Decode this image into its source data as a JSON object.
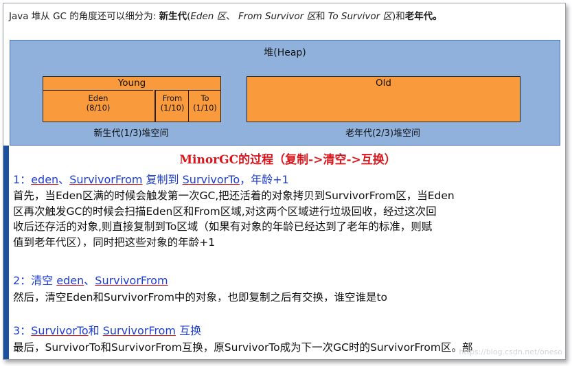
{
  "intro": {
    "lead": "Java 堆从 GC 的角度还可以细分为: ",
    "bold1": "新生代",
    "paren_open": "(",
    "eden_it": "Eden 区",
    "sep1": "、 ",
    "from_it": "From Survivor 区",
    "and": "和 ",
    "to_it": "To Survivor 区",
    "paren_close": ")",
    "and2": "和",
    "bold2": "老年代",
    "end": "。"
  },
  "heap": {
    "title": "堆(Heap)",
    "young_title": "Young",
    "eden_label": "Eden",
    "eden_ratio": "(8/10)",
    "from_label": "From",
    "from_ratio": "(1/10)",
    "to_label": "To",
    "to_ratio": "(1/10)",
    "old_title": "Old",
    "young_space": "新生代(1/3)堆空间",
    "old_space": "老年代(2/3)堆空间"
  },
  "minorgc": {
    "title": "MinorGC的过程（复制->清空->互换）",
    "s1_num": "1：",
    "s1_a": "eden",
    "s1_b": "、",
    "s1_c": "SurvivorFrom",
    "s1_d": " 复制到 ",
    "s1_e": "SurvivorTo",
    "s1_f": "，年龄+1",
    "p1_l1": "首先，当Eden区满的时候会触发第一次GC,把还活着的对象拷贝到SurvivorFrom区，当Eden",
    "p1_l2": "区再次触发GC的时候会扫描Eden区和From区域,对这两个区域进行垃圾回收，经过这次回",
    "p1_l3": "收后还存活的对象,则直接复制到To区域（如果有对象的年龄已经达到了老年的标准，则赋",
    "p1_l4": "值到老年代区），同时把这些对象的年龄+1",
    "s2_num": "2：",
    "s2_a": "清空 ",
    "s2_b": "eden",
    "s2_c": "、",
    "s2_d": "SurvivorFrom",
    "p2_l1": "然后，清空Eden和SurvivorFrom中的对象，也即复制之后有交换，谁空谁是to",
    "s3_num": "3：",
    "s3_a": "SurvivorTo",
    "s3_b": "和 ",
    "s3_c": "SurvivorFrom",
    "s3_d": " 互换",
    "p3_l1": "最后，SurvivorTo和SurvivorFrom互换，原SurvivorTo成为下一次GC时的SurvivorFrom区。部"
  },
  "watermark": "https://blog.csdn.net/oneso"
}
